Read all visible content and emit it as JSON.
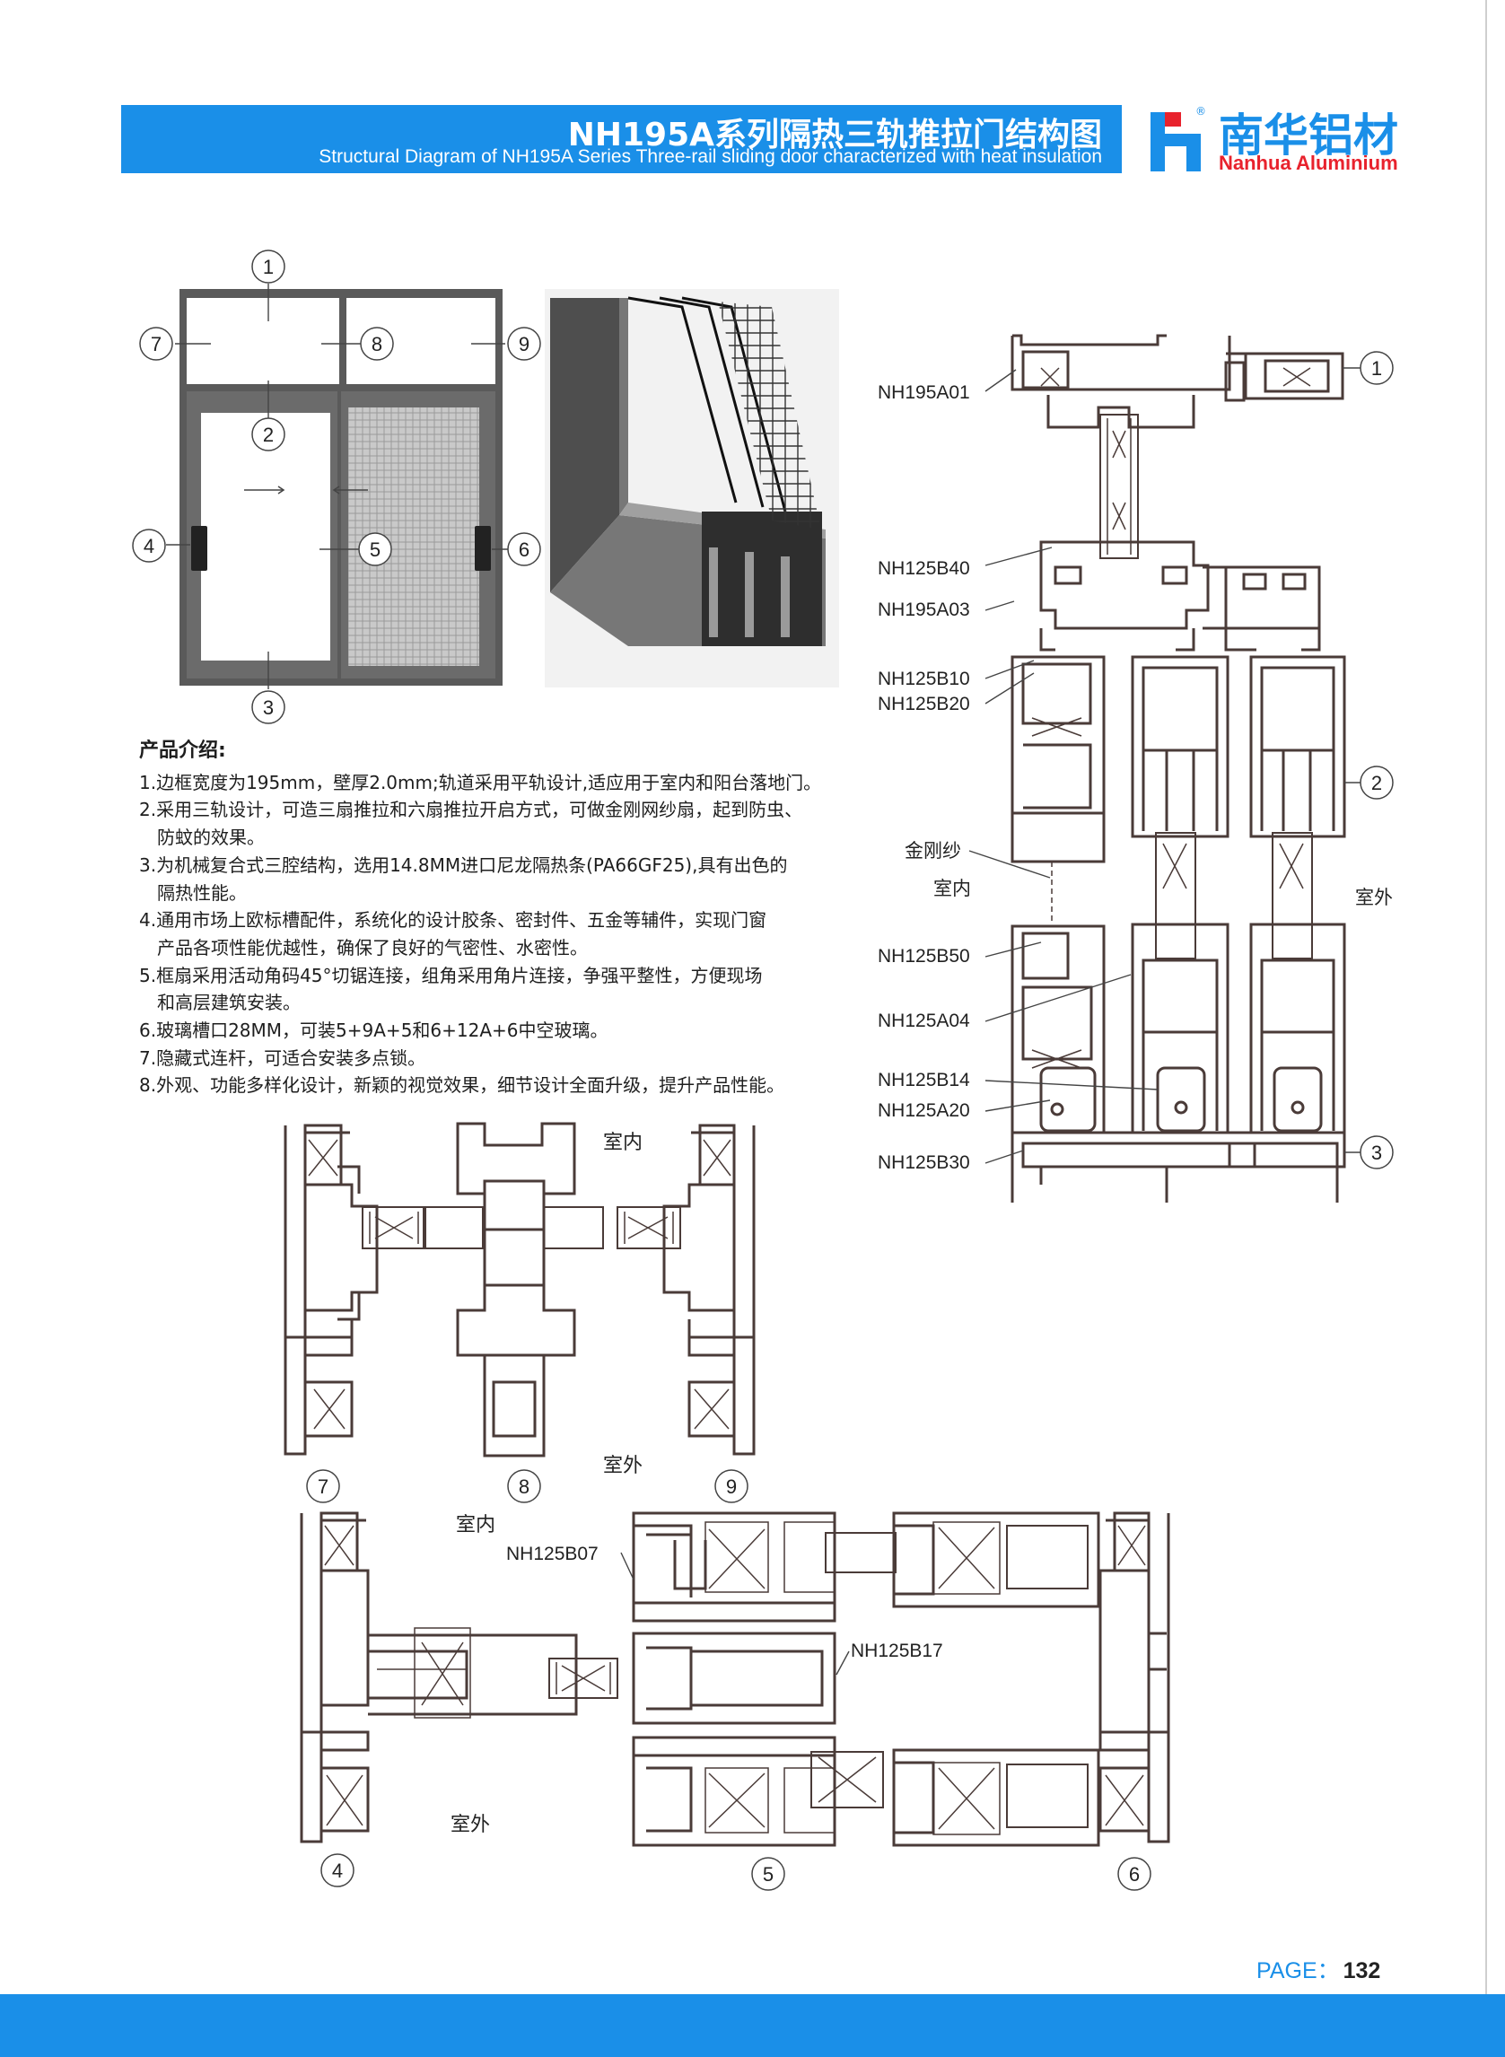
{
  "header": {
    "title": "NH195A系列隔热三轨推拉门结构图",
    "subtitle": "Structural Diagram of NH195A Series Three-rail sliding door characterized with heat insulation"
  },
  "brand": {
    "name_cn": "南华铝材",
    "name_en": "Nanhua Aluminium",
    "registered": "®",
    "color_blue": "#1a8fe8",
    "color_red": "#e8222d"
  },
  "intro": {
    "title": "产品介绍:",
    "items": [
      "1.边框宽度为195mm，壁厚2.0mm;轨道采用平轨设计,适应用于室内和阳台落地门。",
      "2.采用三轨设计，可造三扇推拉和六扇推拉开启方式，可做金刚网纱扇，起到防虫、",
      "防蚊的效果。",
      "3.为机械复合式三腔结构，选用14.8MM进口尼龙隔热条(PA66GF25),具有出色的",
      "隔热性能。",
      "4.通用市场上欧标槽配件，系统化的设计胶条、密封件、五金等辅件，实现门窗",
      "产品各项性能优越性，确保了良好的气密性、水密性。",
      "5.框扇采用活动角码45°切锯连接，组角采用角片连接，争强平整性，方便现场",
      "和高层建筑安装。",
      "6.玻璃槽口28MM，可装5+9A+5和6+12A+6中空玻璃。",
      "7.隐藏式连杆，可适合安装多点锁。",
      "8.外观、功能多样化设计，新颖的视觉效果，细节设计全面升级，提升产品性能。"
    ]
  },
  "elevation": {
    "markers": [
      "1",
      "2",
      "3",
      "4",
      "5",
      "6",
      "7",
      "8",
      "9"
    ]
  },
  "vertical_section": {
    "labels": [
      "NH195A01",
      "NH125B40",
      "NH195A03",
      "NH125B10",
      "NH125B20",
      "金刚纱",
      "室内",
      "NH125B50",
      "NH125A04",
      "NH125B14",
      "NH125A20",
      "NH125B30"
    ],
    "outdoor": "室外",
    "markers": [
      "1",
      "2",
      "3"
    ]
  },
  "upper_section": {
    "indoor": "室内",
    "outdoor": "室外",
    "markers": [
      "7",
      "8",
      "9"
    ]
  },
  "lower_section": {
    "indoor": "室内",
    "outdoor": "室外",
    "labels": [
      "NH125B07",
      "NH125B17"
    ],
    "markers": [
      "4",
      "5",
      "6"
    ]
  },
  "footer": {
    "page_label": "PAGE：",
    "page_number": "132"
  }
}
